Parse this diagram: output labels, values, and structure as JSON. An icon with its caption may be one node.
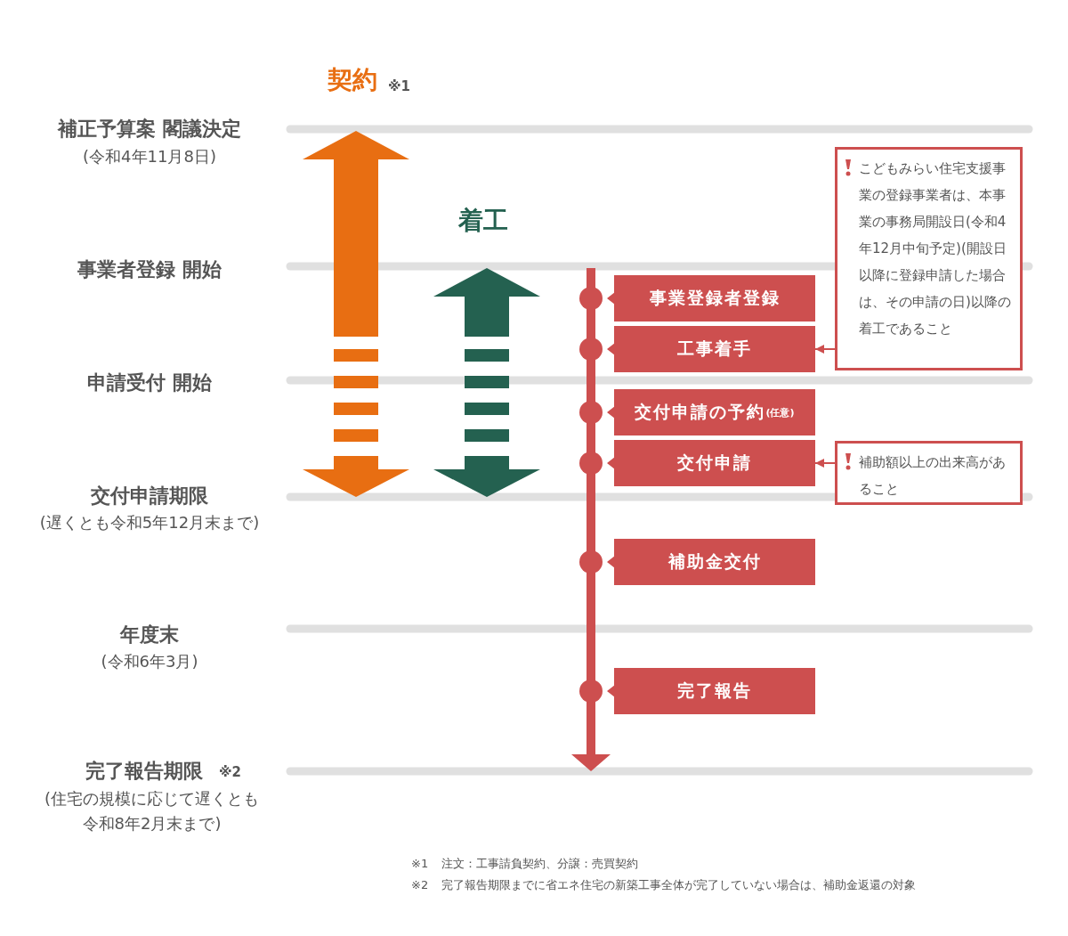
{
  "diagram": {
    "nodes": [
      {
        "text": [
          "事業登録者登録"
        ]
      },
      {
        "text": [
          "工事着手"
        ]
      },
      {
        "text": [
          "交付申請の予約",
          "(任意)"
        ]
      },
      {
        "text": [
          "交付申請"
        ]
      },
      {
        "text": [
          "補助金交付"
        ]
      },
      {
        "text": [
          "完了報告"
        ]
      },
      {
        "text": [
          "こどもみらい住宅支援事業の登録事業者は、本事業の事務局開設日(令和4年12月中旬予定)(開設日以降に登録申請した場合は、その申請の日)以降の着工であること"
        ]
      },
      {
        "text": [
          "補助額以上の出来高があること"
        ]
      }
    ],
    "edges": [
      {
        "from": 6,
        "to": 1,
        "arrow": "to"
      },
      {
        "from": 7,
        "to": 3,
        "arrow": "to"
      }
    ],
    "labels": [
      "契約",
      "※1",
      "補正予算案 閣議決定",
      "(令和4年11月8日)",
      "着工",
      "事業者登録 開始",
      "申請受付 開始",
      "交付申請期限",
      "(遅くとも令和5年12月末まで)",
      "年度末",
      "(令和6年3月)",
      "完了報告期限",
      "※2",
      "(住宅の規模に応じて遅くとも令和8年2月末まで)",
      "※1",
      "注文：工事請負契約、分譲：売買契約",
      "※2",
      "完了報告期限までに省エネ住宅の新築工事全体が完了していない場合は、補助金返還の対象"
    ]
  }
}
